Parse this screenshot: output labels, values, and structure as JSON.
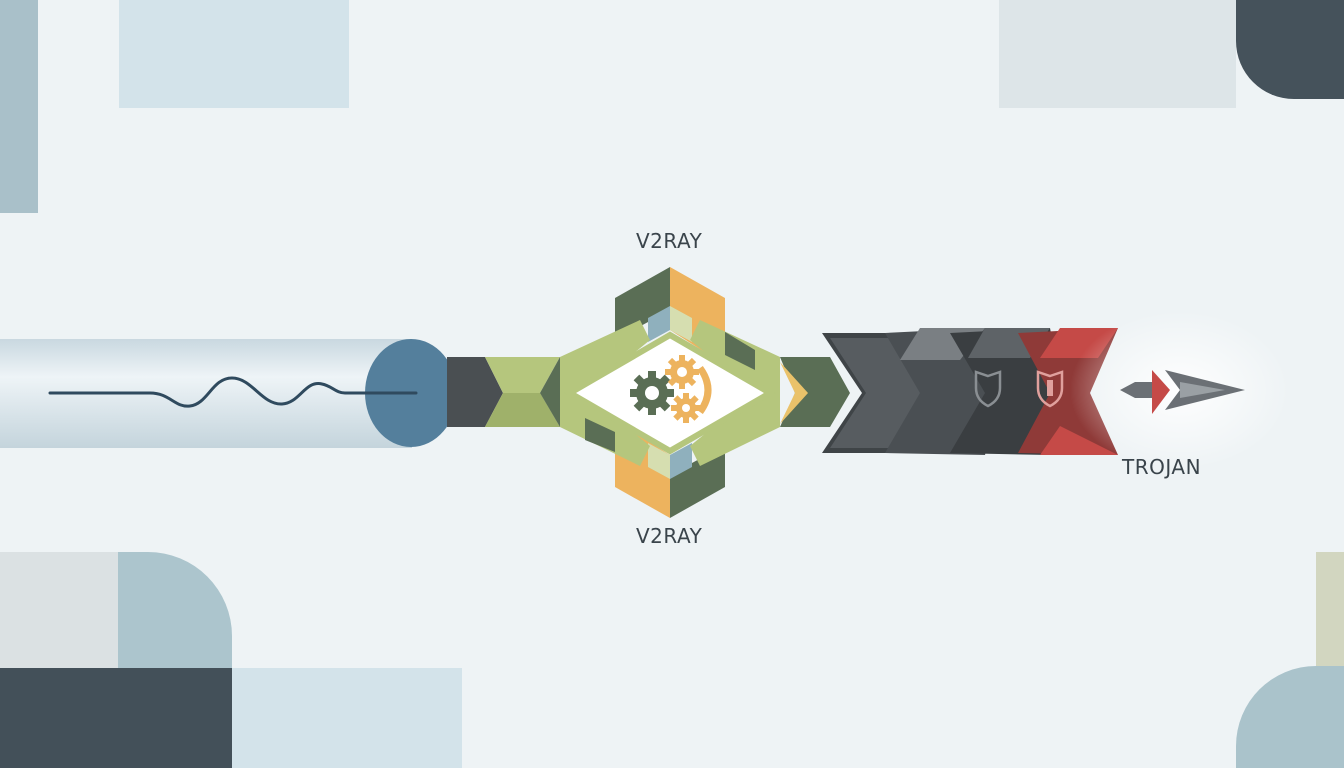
{
  "labels": {
    "v2ray_top": "V2RAY",
    "v2ray_bottom": "V2RAY",
    "trojan": "TROJAN"
  },
  "icons": [
    "wave-signal-icon",
    "gear-icon",
    "shield-icon",
    "arrowhead-icon"
  ],
  "colors": {
    "background": "#eef3f5",
    "tube": "#dbe6ec",
    "tube_end": "#547f9c",
    "olive": "#b5c67d",
    "dark_green": "#5a6e55",
    "orange": "#edb35e",
    "charcoal": "#3f4447",
    "grey": "#6b7075",
    "red": "#b8403e"
  }
}
